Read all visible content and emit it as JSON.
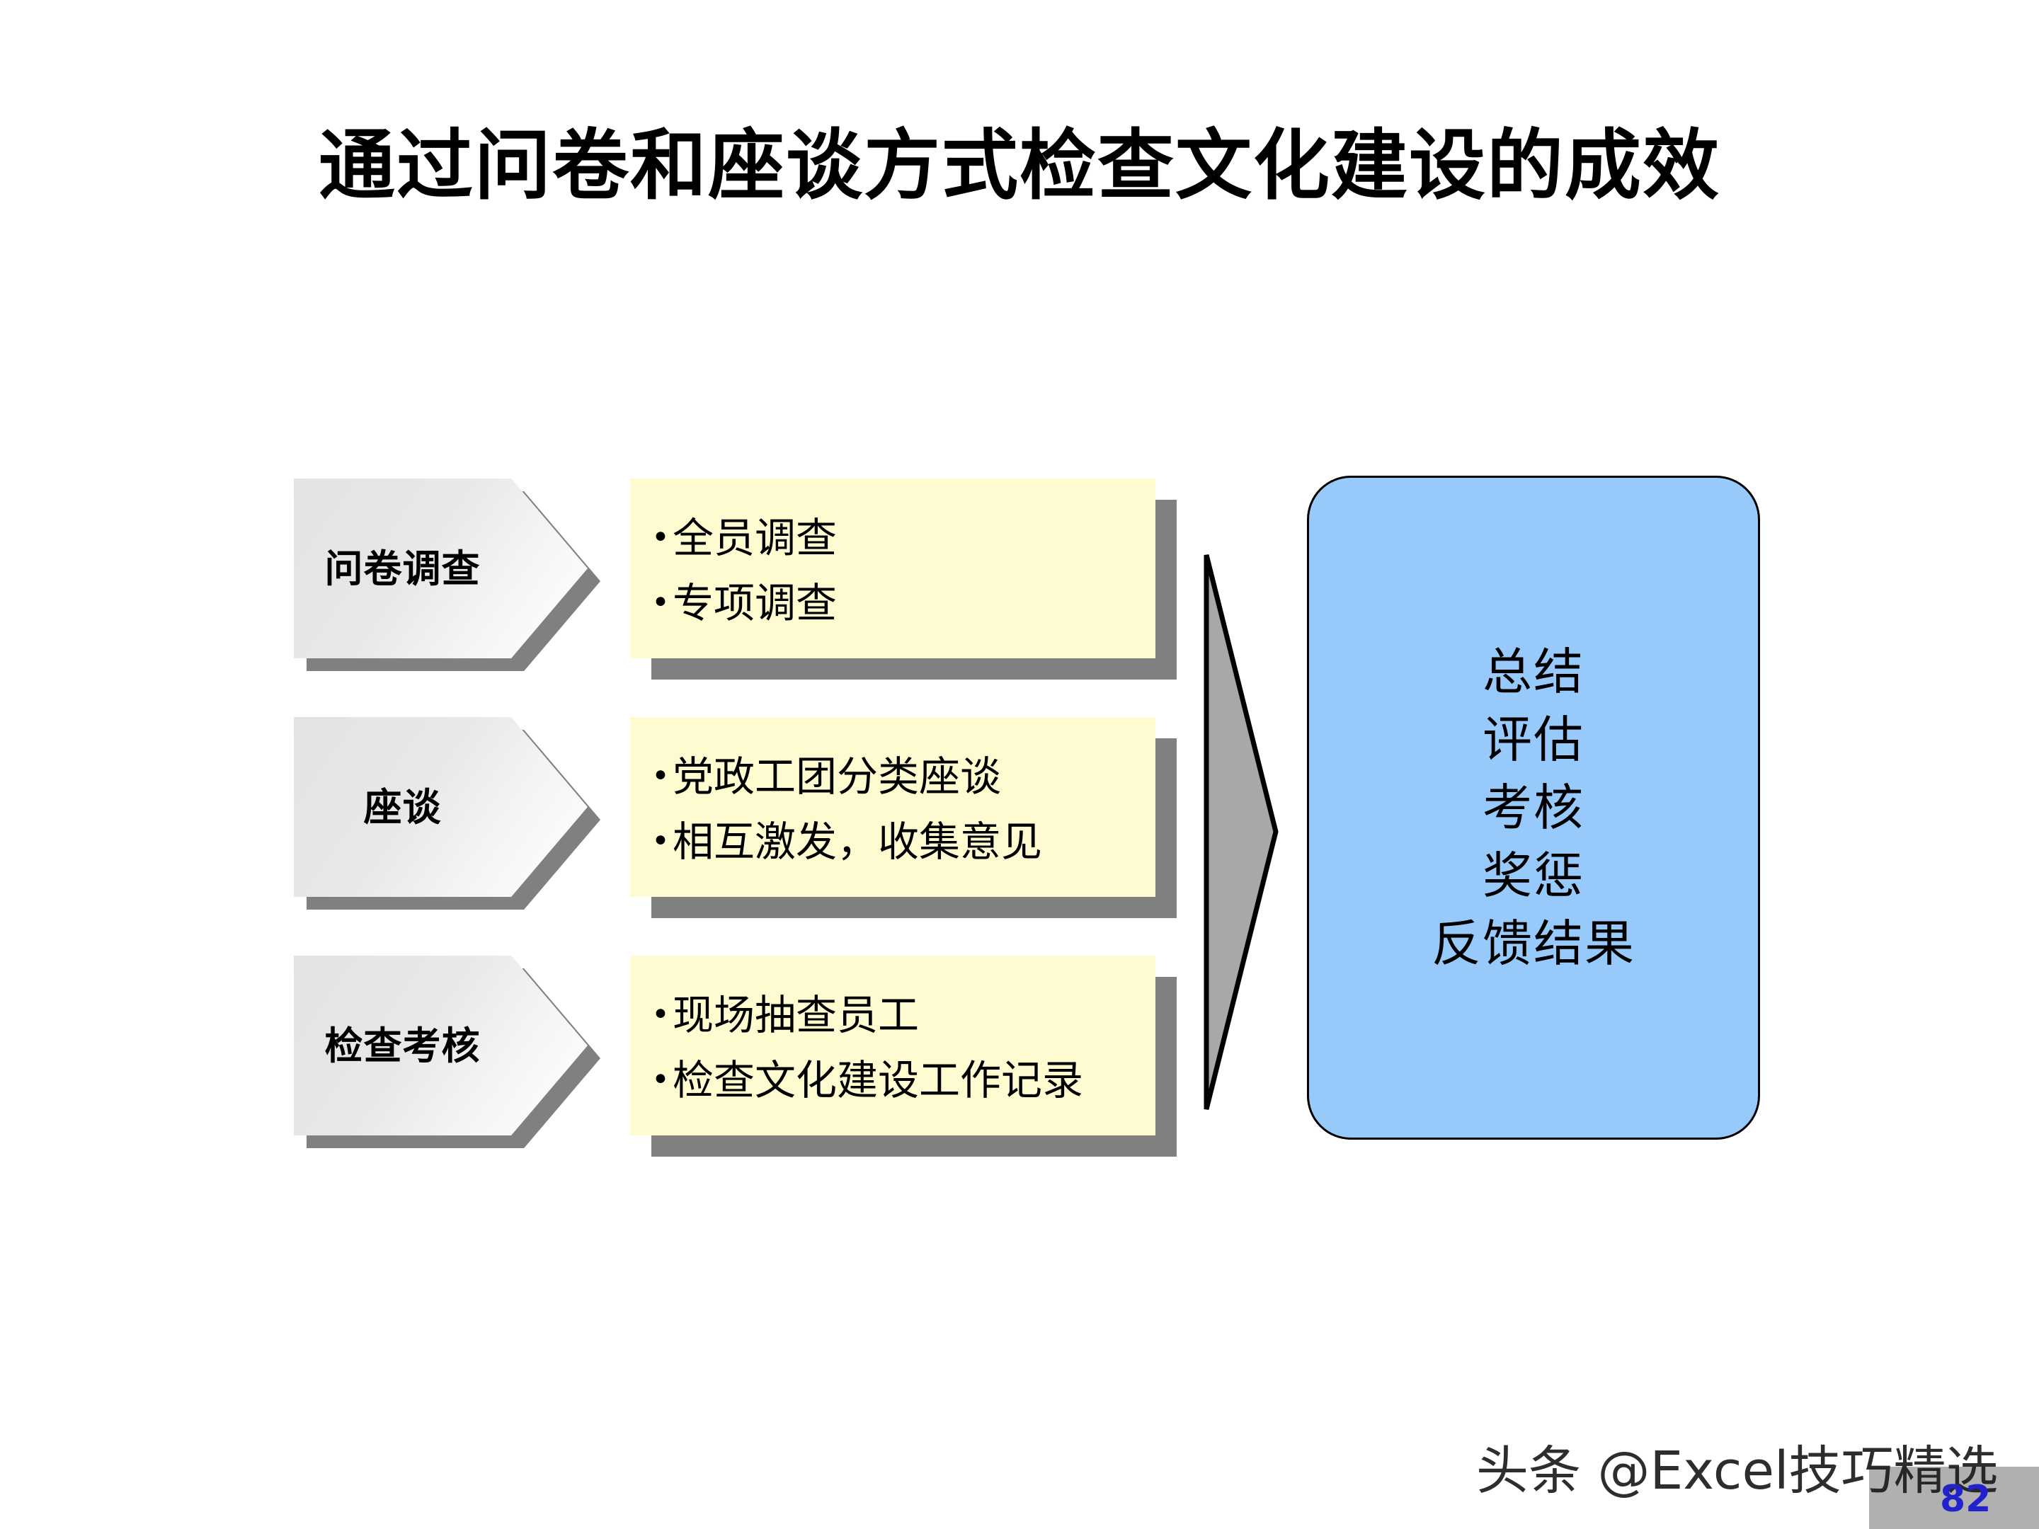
{
  "slide": {
    "title": "通过问卷和座谈方式检查文化建设的成效",
    "background_color": "#ffffff"
  },
  "colors": {
    "chevron_fill_light": "#ffffff",
    "chevron_fill_dark": "#e3e3e3",
    "shadow": "#808080",
    "note_fill": "#fdfbcf",
    "result_fill": "#97c9fb",
    "result_border": "#000000",
    "arrow_fill": "#a8a8a8",
    "page_number_color": "#2222cc",
    "corner_block_color": "#b0b0b0"
  },
  "rows": [
    {
      "stage_label": "问卷调查",
      "bullets": [
        "全员调查",
        "专项调查"
      ],
      "bullet_glyph": "•"
    },
    {
      "stage_label": "座谈",
      "bullets": [
        "党政工团分类座谈",
        "相互激发，收集意见"
      ],
      "bullet_glyph": "•"
    },
    {
      "stage_label": "检查考核",
      "bullets": [
        "现场抽查员工",
        "检查文化建设工作记录"
      ],
      "bullet_glyph": "•"
    }
  ],
  "result": {
    "lines": [
      "总结",
      "评估",
      "考核",
      "奖惩",
      "反馈结果"
    ]
  },
  "footer": {
    "watermark": "头条 @Excel技巧精选",
    "page_number": "82"
  }
}
